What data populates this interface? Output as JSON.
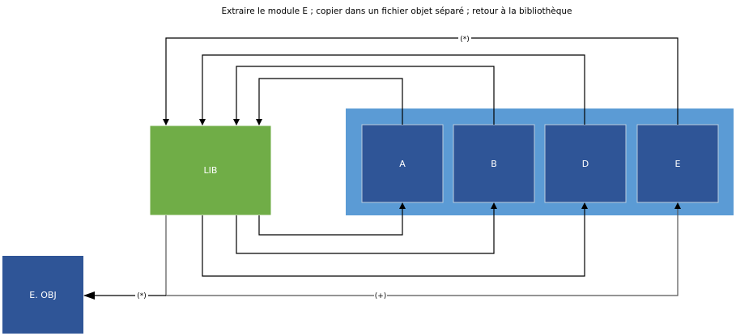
{
  "title": "Extraire le module E ; copier dans un fichier objet séparé ; retour à la bibliothèque",
  "library": {
    "label": "LIB",
    "color": "#70ad47"
  },
  "container": {
    "color": "#5b9bd5"
  },
  "modules": [
    {
      "label": "A"
    },
    {
      "label": "B"
    },
    {
      "label": "D"
    },
    {
      "label": "E"
    }
  ],
  "module_color": "#2f5597",
  "output": {
    "label": "E. OBJ"
  },
  "edge_labels": {
    "top": "(*)",
    "to_obj": "(*)",
    "bottom": "(+)"
  }
}
